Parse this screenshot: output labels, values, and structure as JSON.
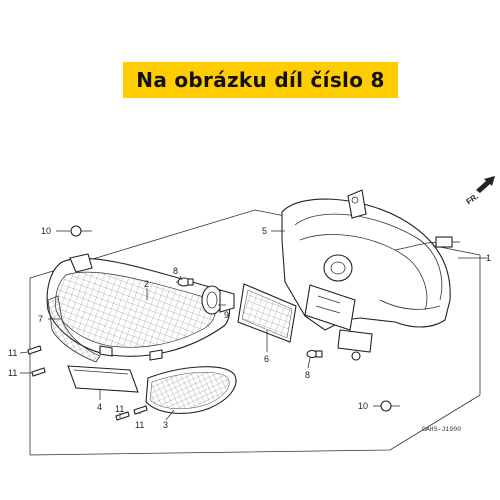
{
  "banner": {
    "text": "Na obrázku díl číslo 8"
  },
  "direction_label": "FR.",
  "diagram_code": "GAHS-J1900",
  "callouts": {
    "c1": "1",
    "c2": "2",
    "c4": "4",
    "c5": "5",
    "c6": "6",
    "c7": "7",
    "c8a": "8",
    "c8b": "8",
    "c9": "9",
    "c10a": "10",
    "c10b": "10",
    "c11a": "11",
    "c11b": "11",
    "c11c": "11",
    "c11d": "11",
    "c3": "3"
  },
  "colors": {
    "banner_bg": "#ffcc00",
    "line": "#333333"
  }
}
